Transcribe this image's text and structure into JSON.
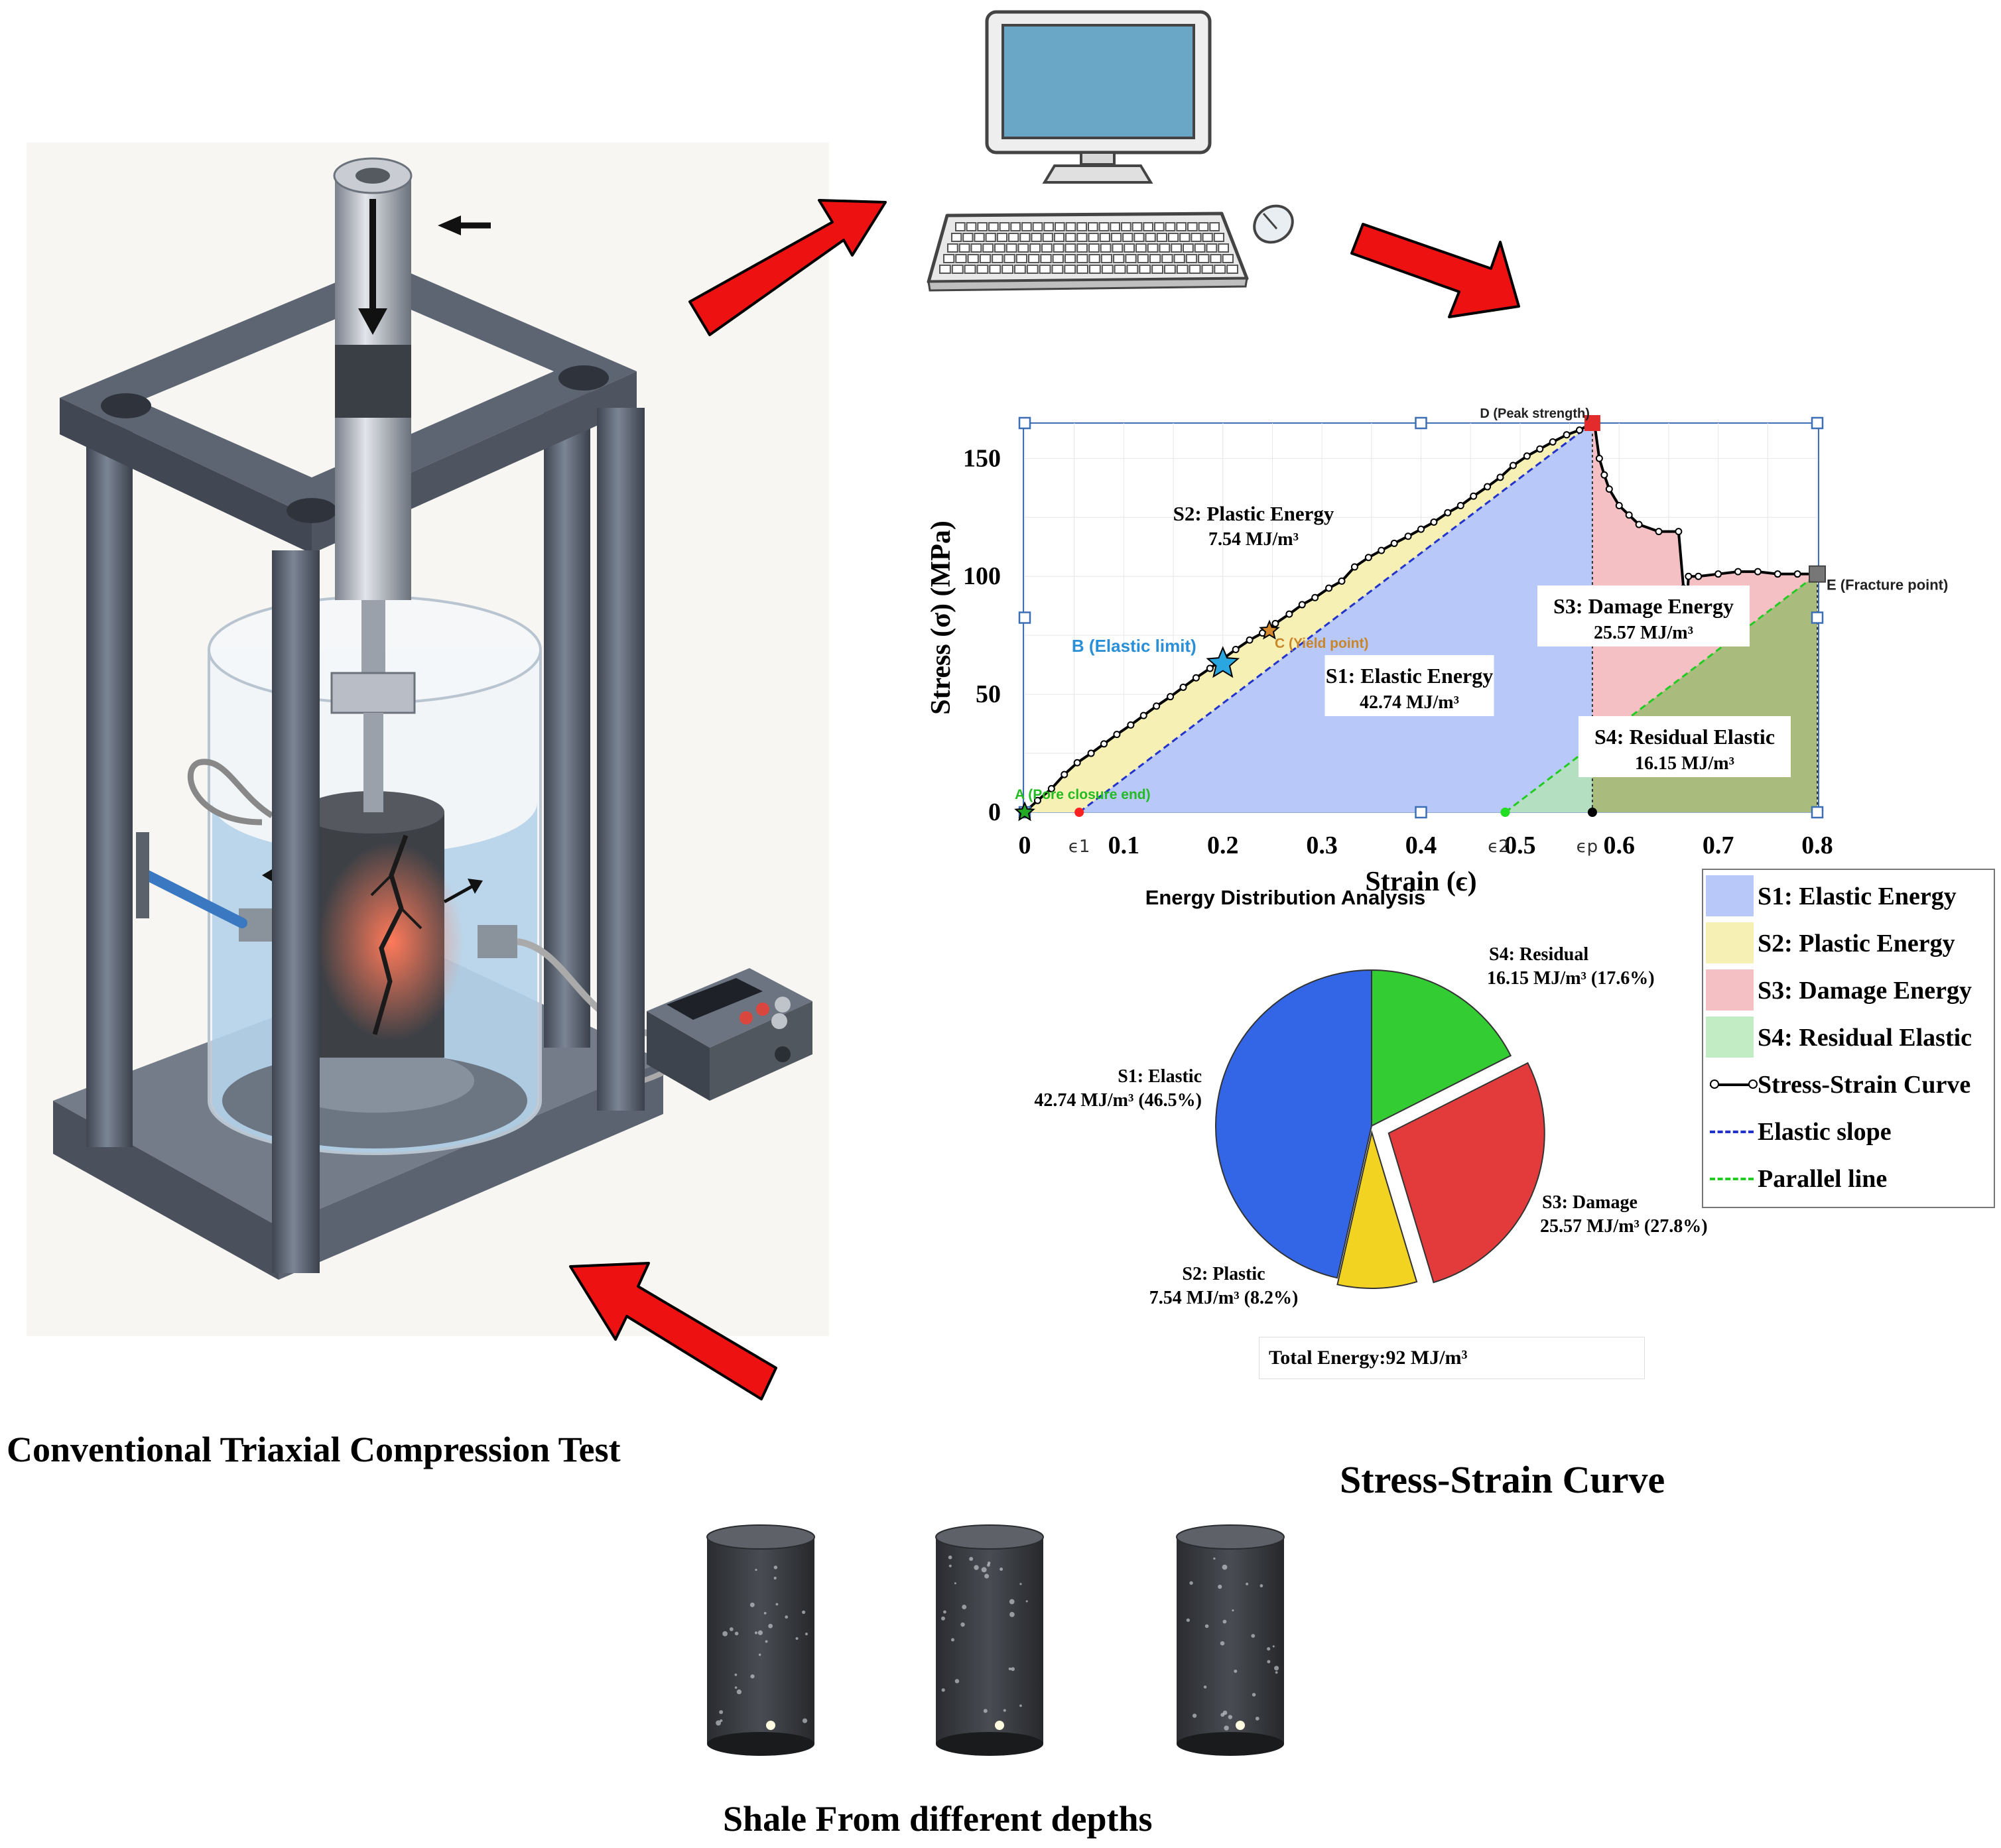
{
  "captions": {
    "test": "Conventional Triaxial Compression Test",
    "curve": "Stress-Strain Curve",
    "shale": "Shale From different  depths"
  },
  "chart_data": {
    "type": "line",
    "xlabel": "Strain (ϵ)",
    "ylabel": "Stress (σ) (MPa)",
    "xlim": [
      0,
      0.8
    ],
    "ylim": [
      0,
      165
    ],
    "xticks": [
      "0",
      "0.1",
      "0.2",
      "0.3",
      "0.4",
      "0.5",
      "0.6",
      "0.7",
      "0.8"
    ],
    "yticks": [
      "0",
      "50",
      "100",
      "150"
    ],
    "strain_marks": [
      "ϵ1",
      "ϵ2",
      "ϵp"
    ],
    "grid": true,
    "series": [
      {
        "name": "Stress-Strain Curve",
        "x": [
          0,
          0.013,
          0.027,
          0.04,
          0.053,
          0.067,
          0.08,
          0.093,
          0.107,
          0.12,
          0.133,
          0.147,
          0.16,
          0.173,
          0.187,
          0.2,
          0.213,
          0.227,
          0.24,
          0.253,
          0.267,
          0.28,
          0.293,
          0.307,
          0.32,
          0.333,
          0.347,
          0.36,
          0.373,
          0.387,
          0.4,
          0.413,
          0.427,
          0.44,
          0.453,
          0.467,
          0.48,
          0.493,
          0.507,
          0.52,
          0.533,
          0.547,
          0.56,
          0.573,
          0.575,
          0.58,
          0.585,
          0.59,
          0.6,
          0.61,
          0.62,
          0.64,
          0.66,
          0.665,
          0.668,
          0.67,
          0.68,
          0.7,
          0.72,
          0.74,
          0.76,
          0.78,
          0.8
        ],
        "y": [
          0,
          5,
          10,
          16,
          21,
          25,
          29,
          33,
          37,
          41,
          45,
          49,
          53,
          57,
          61,
          65,
          69,
          73,
          76,
          80,
          84,
          88,
          91,
          95,
          98,
          104,
          108,
          111,
          114,
          117,
          120,
          123,
          127,
          130,
          134,
          138,
          142,
          147,
          151,
          154,
          157,
          160,
          162,
          165,
          165,
          150,
          143,
          137,
          130,
          126,
          122,
          119,
          119,
          95,
          85,
          100,
          100,
          101,
          102,
          102,
          101,
          101,
          101
        ]
      },
      {
        "name": "Elastic slope",
        "x": [
          0.055,
          0.573
        ],
        "y": [
          0,
          165
        ]
      },
      {
        "name": "Parallel line",
        "x": [
          0.485,
          0.8
        ],
        "y": [
          0,
          101
        ]
      }
    ],
    "areas": [
      {
        "name": "S1: Elastic Energy",
        "label": "S1: Elastic Energy",
        "value": "42.74 MJ/m³"
      },
      {
        "name": "S2: Plastic Energy",
        "label": "S2: Plastic Energy",
        "value": "7.54 MJ/m³"
      },
      {
        "name": "S3: Damage Energy",
        "label": "S3: Damage Energy",
        "value": "25.57 MJ/m³"
      },
      {
        "name": "S4: Residual Elastic",
        "label": "S4: Residual Elastic",
        "value": "16.15 MJ/m³"
      }
    ],
    "points": [
      {
        "label": "A (Pore closure end)",
        "x": 0,
        "y": 0
      },
      {
        "label": "B (Elastic limit)",
        "x": 0.2,
        "y": 63
      },
      {
        "label": "C (Yield point)",
        "x": 0.247,
        "y": 77
      },
      {
        "label": "D (Peak strength)",
        "x": 0.573,
        "y": 165
      },
      {
        "label": "E (Fracture point)",
        "x": 0.8,
        "y": 101
      }
    ]
  },
  "pie": {
    "title": "Energy Distribution Analysis",
    "total": "Total Energy:92 MJ/m³",
    "slices": [
      {
        "name": "S1: Elastic",
        "value": 42.74,
        "value_label": "42.74 MJ/m³ (46.5%)",
        "color": "#3366e6"
      },
      {
        "name": "S2: Plastic",
        "value": 7.54,
        "value_label": "7.54 MJ/m³ (8.2%)",
        "color": "#f2d322"
      },
      {
        "name": "S3: Damage",
        "value": 25.57,
        "value_label": "25.57 MJ/m³ (27.8%)",
        "color": "#e33b3b"
      },
      {
        "name": "S4: Residual",
        "value": 16.15,
        "value_label": "16.15 MJ/m³ (17.6%)",
        "color": "#33cc33"
      }
    ]
  },
  "legend": [
    {
      "label": "S1: Elastic Energy",
      "kind": "area",
      "color": "#b8c8f8"
    },
    {
      "label": "S2: Plastic Energy",
      "kind": "area",
      "color": "#f7f0b4"
    },
    {
      "label": "S3: Damage Energy",
      "kind": "area",
      "color": "#f4c0c4"
    },
    {
      "label": "S4: Residual Elastic",
      "kind": "area",
      "color": "#c2ecc4"
    },
    {
      "label": "Stress-Strain Curve",
      "kind": "curve",
      "color": "#000000"
    },
    {
      "label": "Elastic slope",
      "kind": "dash",
      "color": "#2233cc"
    },
    {
      "label": "Parallel line",
      "kind": "dash",
      "color": "#22cc22"
    }
  ],
  "colors": {
    "arrow": "#ee1111",
    "s1_fill": "#b8c8f8",
    "s2_fill": "#f7f0b4",
    "s3_fill": "#f4c0c4",
    "s4_fill": "#a9bb7d",
    "frame": "#5b6472",
    "water": "#a8cbe6",
    "shale": "#141414"
  },
  "icons": [
    "triaxial-apparatus-icon",
    "computer-icon",
    "keyboard-icon",
    "mouse-icon",
    "shale-core-icon",
    "red-arrow-icon"
  ]
}
